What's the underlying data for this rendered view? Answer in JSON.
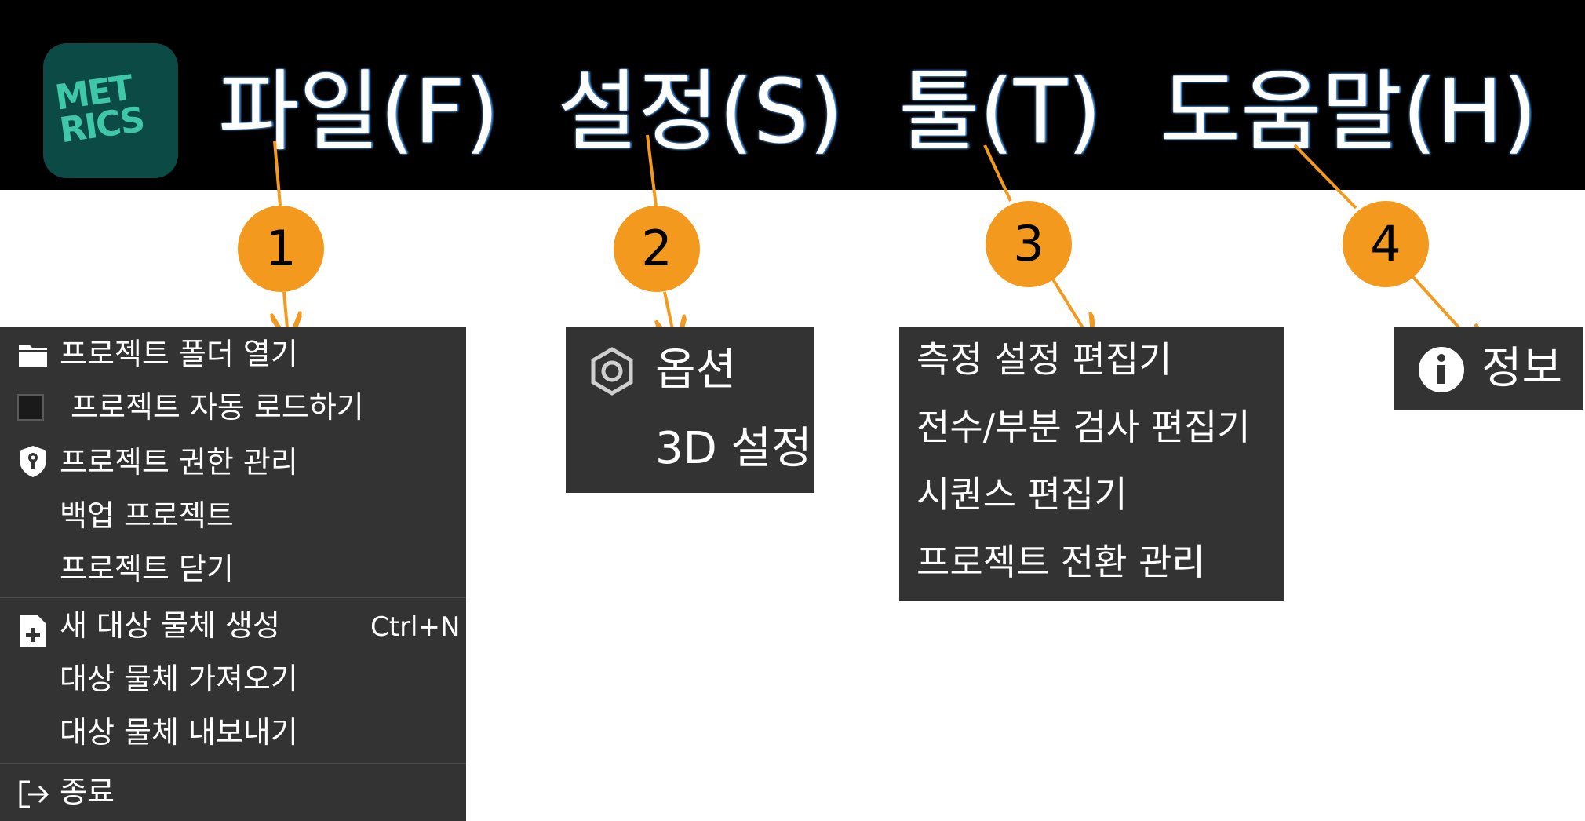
{
  "logo": {
    "text": "METRICS",
    "line1": "MET",
    "line2": "RICS"
  },
  "menubar": {
    "file": "파일(F)",
    "settings": "설정(S)",
    "tools": "툴(T)",
    "help": "도움말(H)"
  },
  "badges": [
    "1",
    "2",
    "3",
    "4"
  ],
  "file_menu": {
    "items": [
      {
        "label": "프로젝트 폴더 열기",
        "icon": "folder-icon"
      },
      {
        "label": "프로젝트 자동 로드하기",
        "icon": "checkbox-unchecked"
      },
      {
        "label": "프로젝트 권한 관리",
        "icon": "shield-key-icon"
      },
      {
        "label": "백업 프로젝트",
        "icon": ""
      },
      {
        "label": "프로젝트 닫기",
        "icon": ""
      },
      {
        "label": "새 대상 물체 생성",
        "icon": "new-file-icon",
        "shortcut": "Ctrl+N"
      },
      {
        "label": "대상 물체 가져오기",
        "icon": ""
      },
      {
        "label": "대상 물체 내보내기",
        "icon": ""
      },
      {
        "label": "종료",
        "icon": "exit-icon"
      }
    ]
  },
  "settings_menu": {
    "items": [
      {
        "label": "옵션",
        "icon": "gear-icon"
      },
      {
        "label": "3D 설정",
        "icon": ""
      }
    ]
  },
  "tools_menu": {
    "items": [
      {
        "label": "측정 설정 편집기"
      },
      {
        "label": "전수/부분 검사 편집기"
      },
      {
        "label": "시퀀스 편집기"
      },
      {
        "label": "프로젝트 전환 관리"
      }
    ]
  },
  "help_menu": {
    "items": [
      {
        "label": "정보",
        "icon": "info-icon"
      }
    ]
  },
  "colors": {
    "menubar_bg": "#000000",
    "menu_bg": "#333333",
    "menu_text": "#ffffff",
    "badge": "#f39a1e",
    "logo_bg": "#0c4a46",
    "logo_fg": "#3ec8a8"
  }
}
